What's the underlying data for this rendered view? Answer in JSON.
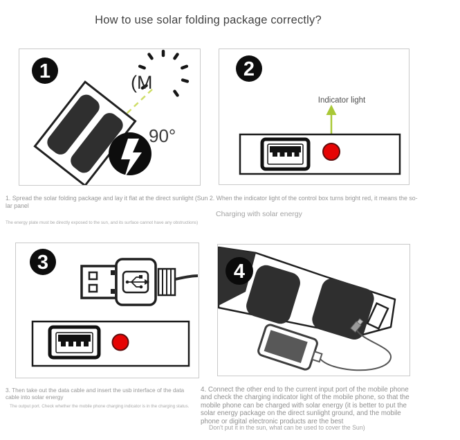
{
  "title": "How to use solar folding package correctly?",
  "panels": [
    {
      "number": "1",
      "sun_text": "(M",
      "angle_label": "90°"
    },
    {
      "number": "2",
      "indicator_label": "Indicator light"
    },
    {
      "number": "3"
    },
    {
      "number": "4"
    }
  ],
  "captions": {
    "step1_2_line": "1. Spread the solar folding package and lay it flat at the direct sunlight (Sun 2. When the indicator light of the control box turns bright red, it means the so-\nlar panel",
    "step2_status": "Charging with solar energy",
    "step1_note": "The energy plate must be directly exposed to the sun, and its surface cannot have any obstructions)",
    "step3": "3. Then take out the data cable and insert the usb interface of the data\ncable into solar energy",
    "step3_note": "The output port. Check whether the mobile phone charging indicator is in the charging status.",
    "step4": "4. Connect the other end to the current input port of the mobile phone\nand check the charging indicator light of the mobile phone, so that the\nmobile phone can be charged with solar energy (it is better to put the\nsolar energy package on the direct sunlight ground, and the mobile\nphone or digital electronic products are the best",
    "step4_note": "Don't put it in the sun, what can be used to cover the Sun)"
  },
  "colors": {
    "accent_green": "#a9c837",
    "indicator_red": "#e60404",
    "solar_cell_dark": "#2f2f2f",
    "panel_border_gray": "#c9c9c9"
  }
}
